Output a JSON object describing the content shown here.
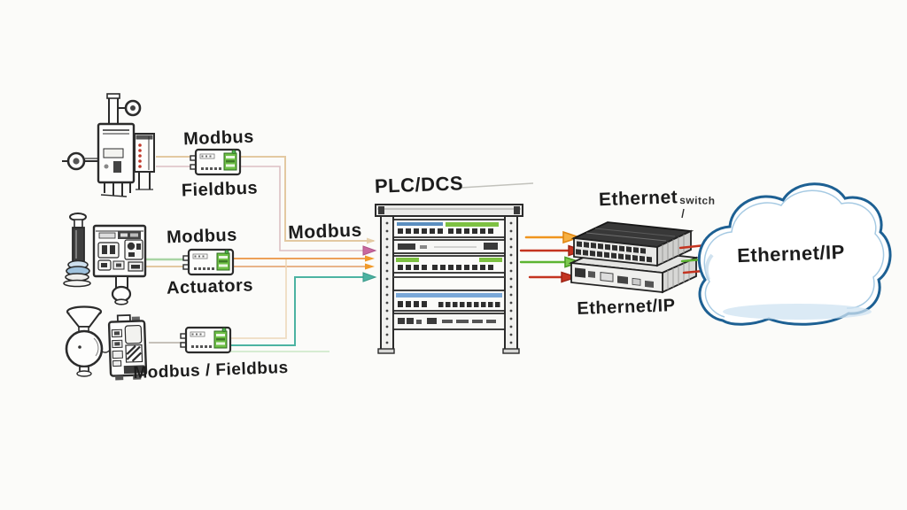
{
  "diagram_title": "Hand-drawn industrial network: field devices to Modbus gateways to PLC/DCS rack to Ethernet switches to Ethernet/IP cloud",
  "labels": {
    "modbus1": "Modbus",
    "fieldbus1": "Fieldbus",
    "modbus2": "Modbus",
    "actuators": "Actuators",
    "modbus_fieldbus": "Modbus / Fieldbus",
    "modbus_bus": "Modbus",
    "plc_dcs": "PLC/DCS",
    "ethernet": "Ethernet",
    "ethernet_sub": "switch",
    "ethernet_ip_switches": "Ethernet/IP",
    "ethernet_ip_cloud": "Ethernet/IP"
  },
  "colors": {
    "background": "#fbfbf9",
    "ink": "#2b2b2b",
    "gateway_green": "#6dbf45",
    "rack_green_strip": "#7dc142",
    "rack_blue_strip": "#6fa0d2",
    "cloud_stroke": "#1d6093",
    "cloud_shade": "#cfe3f1",
    "arrow_orange": "#f0951e",
    "arrow_red": "#c43420",
    "arrow_green": "#5cb431",
    "arrow_pink": "#c9699f",
    "arrow_teal": "#4cb3a2",
    "wire_tan": "#e3c9a2",
    "wire_green": "#a9d5a4",
    "wire_gray": "#c6c1ba"
  }
}
